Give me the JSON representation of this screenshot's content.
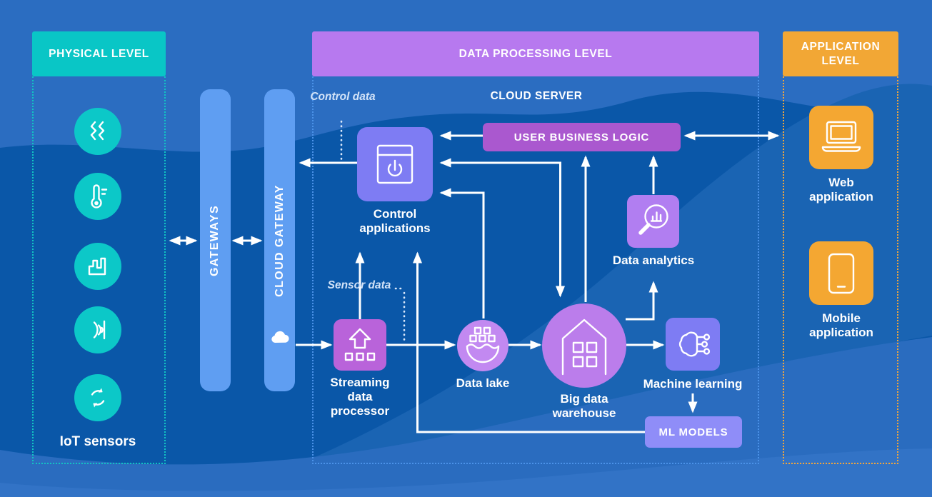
{
  "headers": {
    "physical": "PHYSICAL LEVEL",
    "data_processing": "DATA PROCESSING LEVEL",
    "application": "APPLICATION LEVEL"
  },
  "gateways": {
    "local_bar": "GATEWAYS",
    "cloud_bar": "CLOUD GATEWAY"
  },
  "physical": {
    "sensors_label": "IoT sensors",
    "sensor_icons": [
      "vibration-sensor",
      "temperature-sensor",
      "levels-sensor",
      "proximity-sensor",
      "rotation-sensor"
    ]
  },
  "cloud": {
    "server_title": "CLOUD SERVER",
    "user_business_logic": "USER BUSINESS LOGIC",
    "control_apps": "Control applications",
    "streaming": "Streaming data processor",
    "data_lake": "Data lake",
    "warehouse": "Big data warehouse",
    "analytics": "Data analytics",
    "machine_learning": "Machine learning",
    "ml_models": "ML MODELS"
  },
  "application": {
    "web": "Web application",
    "mobile": "Mobile application"
  },
  "annotations": {
    "control_data": "Control data",
    "sensor_data": "Sensor data"
  },
  "colors": {
    "background": "#0a57a8",
    "teal": "#09c6c6",
    "bar_blue": "#5f9ef2",
    "dp_header_purple": "#b779ef",
    "ubl_purple": "#aa58cf",
    "periwinkle": "#7e7cf3",
    "streaming_orchid": "#b963da",
    "lake_purple": "#c289f1",
    "warehouse_purple": "#bb7deb",
    "analytics_purple": "#b17ef1",
    "ml_models_lavender": "#8f8df8",
    "orange": "#f4a732",
    "line_white": "#ffffff"
  }
}
